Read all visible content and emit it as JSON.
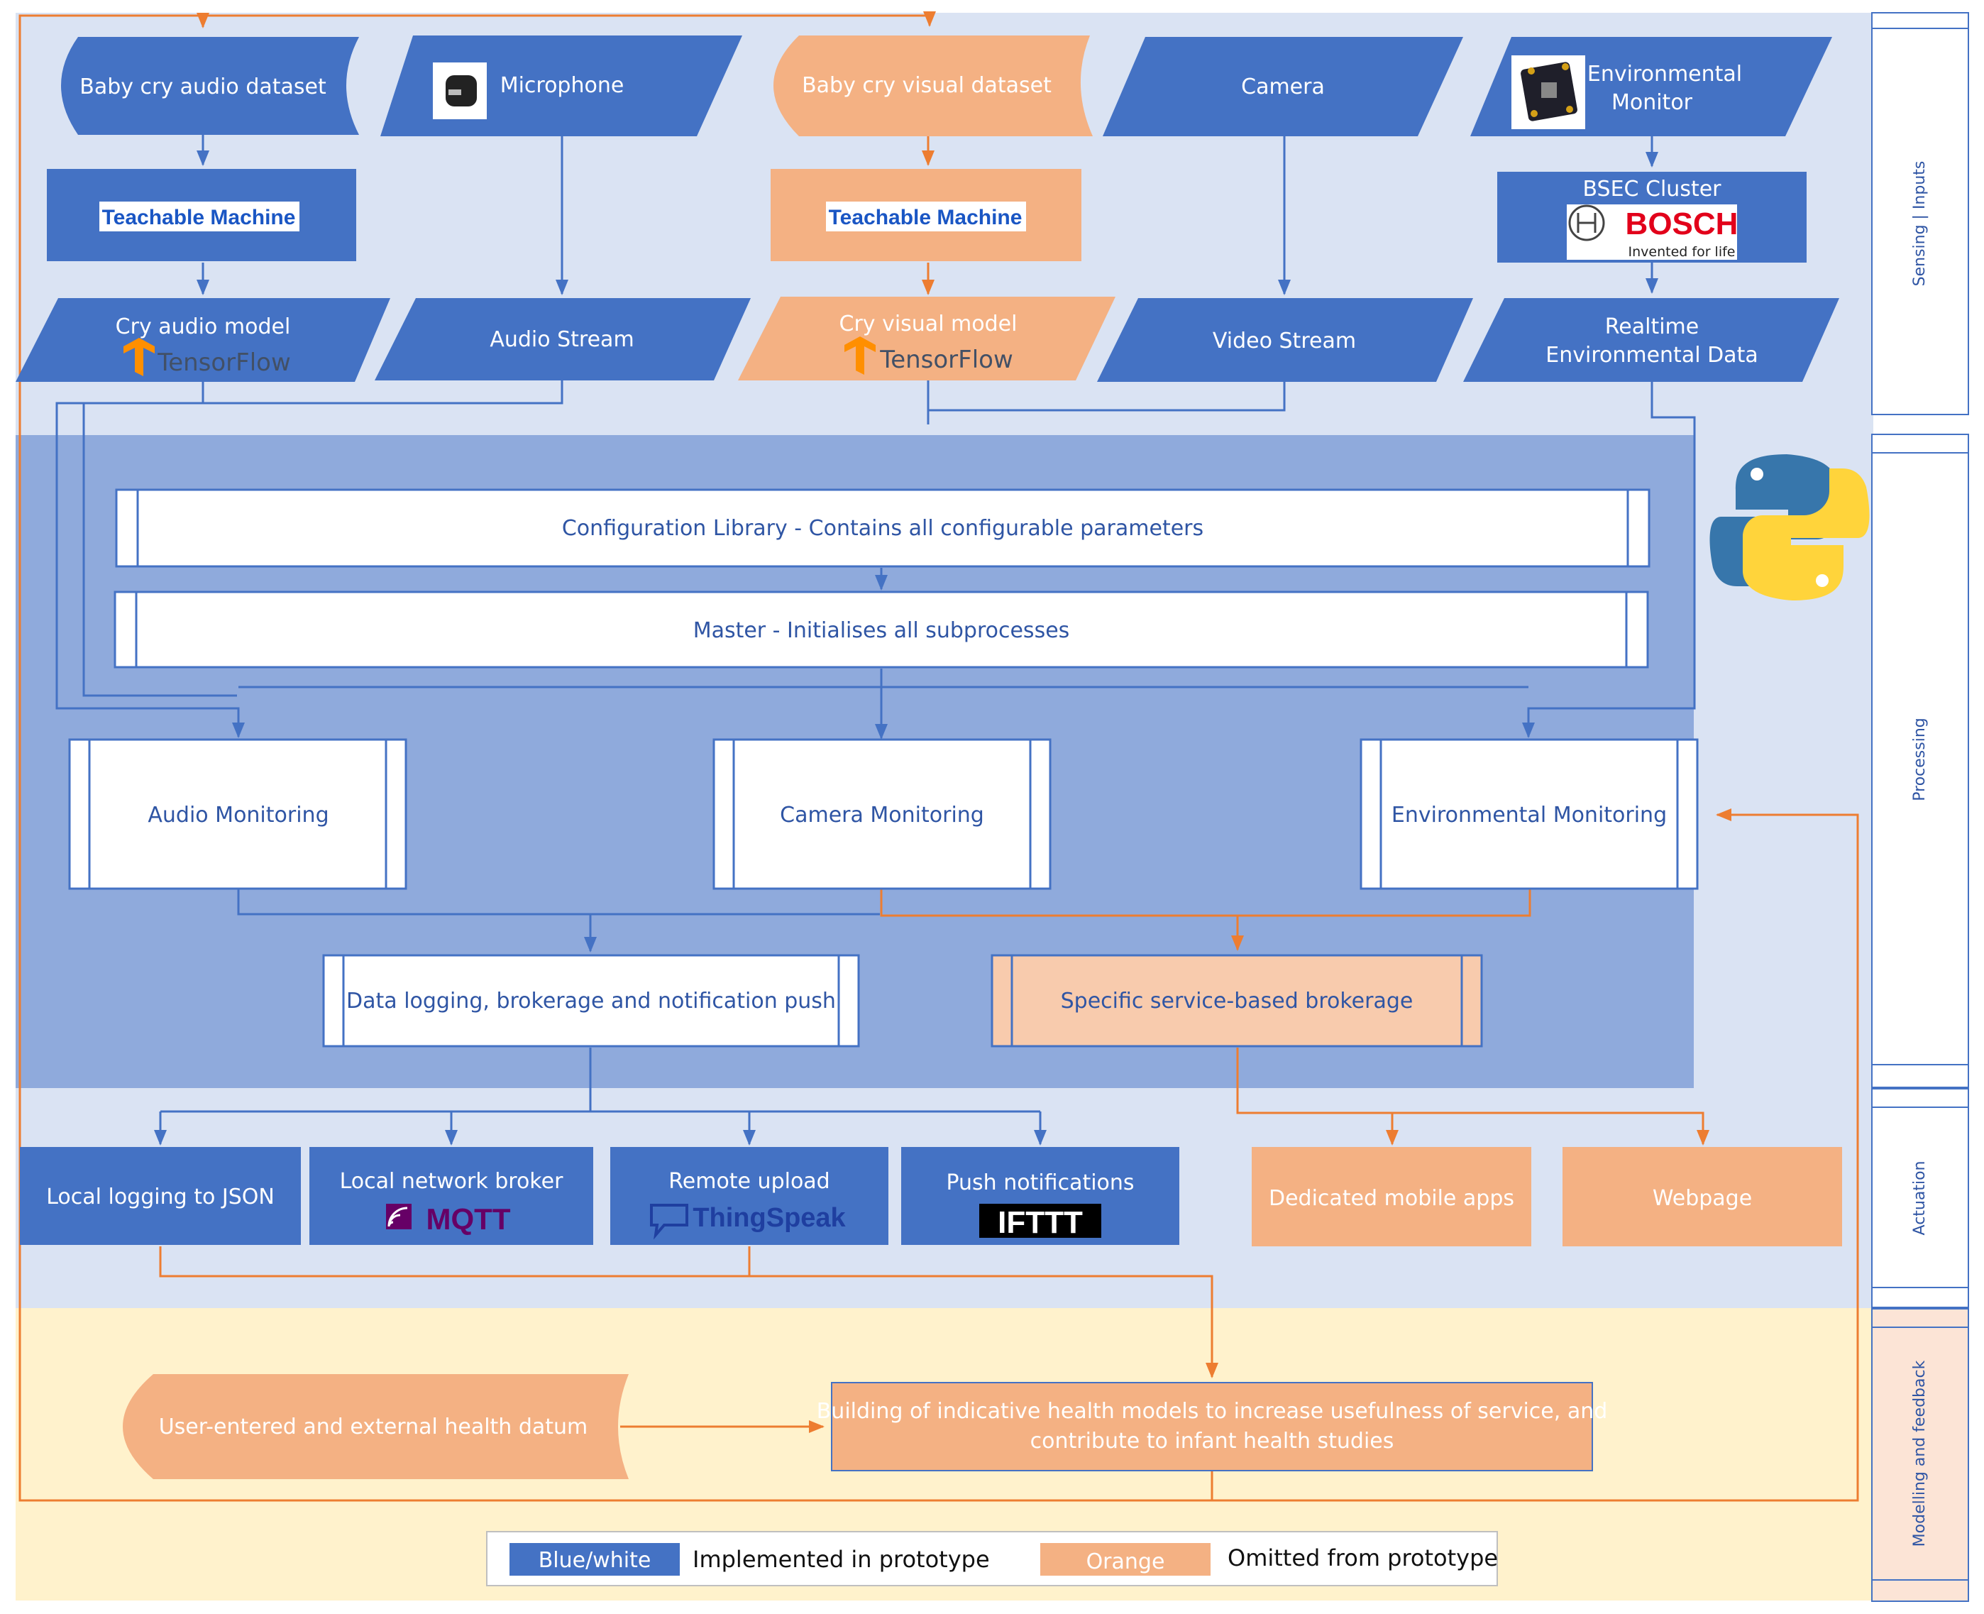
{
  "inputs": {
    "cry_audio_dataset": "Baby cry audio dataset",
    "microphone": "Microphone",
    "cry_visual_dataset": "Baby cry visual dataset",
    "camera": "Camera",
    "env_monitor_line1": "Environmental",
    "env_monitor_line2": "Monitor"
  },
  "training": {
    "audio_tool": "Teachable Machine",
    "visual_tool": "Teachable Machine",
    "bsec_label": "BSEC Cluster",
    "bosch_brand": "BOSCH",
    "bosch_tagline": "Invented for life"
  },
  "streams": {
    "cry_audio_model": "Cry audio model",
    "audio_stream": "Audio Stream",
    "cry_visual_model": "Cry visual model",
    "video_stream": "Video Stream",
    "realtime_line1": "Realtime",
    "realtime_line2": "Environmental Data",
    "tensorflow_label": "TensorFlow"
  },
  "processing": {
    "config_library": "Configuration Library - Contains all configurable parameters",
    "master": "Master - Initialises all subprocesses",
    "audio_monitoring": "Audio Monitoring",
    "camera_monitoring": "Camera Monitoring",
    "environmental_monitoring": "Environmental Monitoring",
    "data_logging": "Data logging, brokerage and notification push",
    "service_brokerage": "Specific service-based brokerage"
  },
  "actuation": {
    "local_logging": "Local logging to JSON",
    "local_broker": "Local network broker",
    "mqtt_logo": "MQTT",
    "remote_upload": "Remote upload",
    "thingspeak_logo": "ThingSpeak",
    "push_notifications": "Push notifications",
    "ifttt_logo": "IFTTT",
    "mobile_apps": "Dedicated mobile apps",
    "webpage": "Webpage"
  },
  "modelling": {
    "user_datum": "User-entered and external health datum",
    "health_models_line1": "Building of indicative health models to increase usefulness of service, and",
    "health_models_line2": "contribute to infant health studies"
  },
  "lanes": {
    "sensing": "Sensing | Inputs",
    "processing": "Processing",
    "actuation": "Actuation",
    "modelling": "Modelling and feedback"
  },
  "legend": {
    "blue_swatch": "Blue/white",
    "blue_desc": "Implemented in prototype",
    "orange_swatch": "Orange",
    "orange_desc": "Omitted from prototype"
  },
  "colors": {
    "blue": "#4472c4",
    "orange": "#f4b183",
    "orange_line": "#ed7d31",
    "band_light": "#dae3f3",
    "band_mid": "#8faadc",
    "band_cream": "#fff2cc"
  }
}
